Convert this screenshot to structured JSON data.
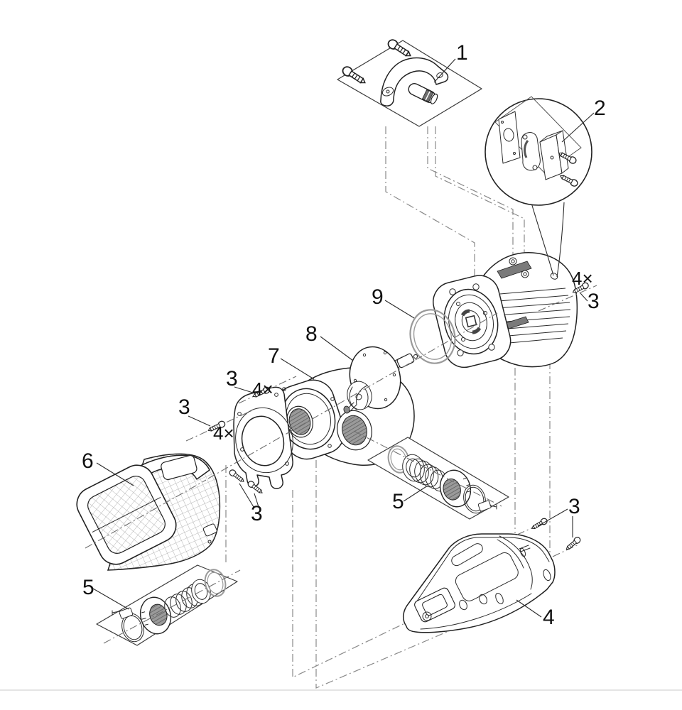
{
  "figure": {
    "kind": "exploded-view parts diagram"
  },
  "colors": {
    "background": "#ffffff",
    "line": "#222222",
    "centerline_gray": "#8a8a8a",
    "oring_gray": "#9a9a9a",
    "dark_fill": "#777777",
    "label": "#111111"
  },
  "labels": [
    {
      "id": "callout-1",
      "text": "1"
    },
    {
      "id": "callout-2",
      "text": "2"
    },
    {
      "id": "callout-3-motor",
      "text": "3"
    },
    {
      "id": "callout-4x-motor",
      "text": "4×"
    },
    {
      "id": "callout-9",
      "text": "9"
    },
    {
      "id": "callout-8",
      "text": "8"
    },
    {
      "id": "callout-7",
      "text": "7"
    },
    {
      "id": "callout-3-flange-top",
      "text": "3"
    },
    {
      "id": "callout-4x-flange-top",
      "text": "4×"
    },
    {
      "id": "callout-3-flange-left",
      "text": "3"
    },
    {
      "id": "callout-4x-flange-left",
      "text": "4×"
    },
    {
      "id": "callout-3-flange-bottom",
      "text": "3"
    },
    {
      "id": "callout-6",
      "text": "6"
    },
    {
      "id": "callout-5-left",
      "text": "5"
    },
    {
      "id": "callout-5-right",
      "text": "5"
    },
    {
      "id": "callout-4",
      "text": "4"
    },
    {
      "id": "callout-3-base",
      "text": "3"
    }
  ]
}
